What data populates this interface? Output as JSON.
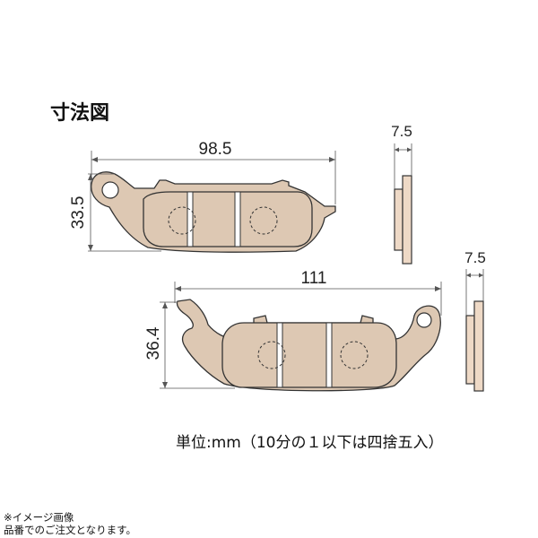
{
  "title": "寸法図",
  "pad1": {
    "width_label": "98.5",
    "height_label": "33.5",
    "thickness_label": "7.5"
  },
  "pad2": {
    "width_label": "111",
    "height_label": "36.4",
    "thickness_label": "7.5"
  },
  "unit_note": "単位:mm（10分の１以下は四捨五入）",
  "footer": {
    "line1": "※イメージ画像",
    "line2": "品番でのご注文となります。"
  },
  "colors": {
    "pad_fill": "#ddc8b3",
    "side_fill": "#eed9c6",
    "stroke": "#333333",
    "dim_line": "#555555"
  }
}
